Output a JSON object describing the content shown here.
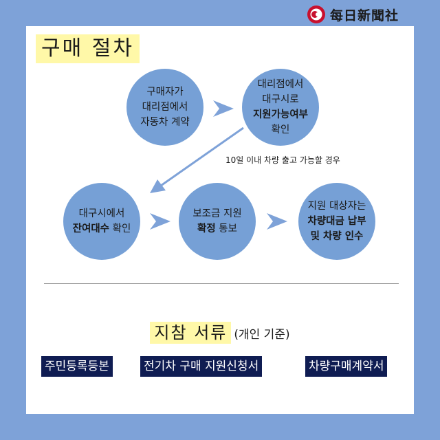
{
  "logo": {
    "text": "每日新聞社"
  },
  "procedure": {
    "title": "구매 절차",
    "steps": [
      {
        "line1": "구매자가",
        "line2": "대리점에서",
        "line3": "자동차 계약"
      },
      {
        "line1": "대리점에서",
        "line2": "대구시로",
        "line3": "지원가능여부",
        "line4": "확인"
      },
      {
        "line1": "대구시에서",
        "bold": "잔여대수",
        "rest": " 확인"
      },
      {
        "line1": "보조금 지원",
        "bold": "확정",
        "rest": " 통보"
      },
      {
        "line1": "지원 대상자는",
        "line2": "차량대금 납부",
        "line3": "및 차량 인수"
      }
    ],
    "note": "10일 이내 차량 출고 가능할 경우"
  },
  "documents": {
    "title": "지참 서류",
    "subtitle": "(개인 기준)",
    "items": [
      "주민등록등본",
      "전기차 구매 지원신청서",
      "차량구매계약서"
    ]
  },
  "colors": {
    "background": "#7ea2d8",
    "node": "#76a0d6",
    "highlight": "#fff8a8",
    "doc_bg": "#0f1c52",
    "arrow": "#7ea2d8"
  }
}
